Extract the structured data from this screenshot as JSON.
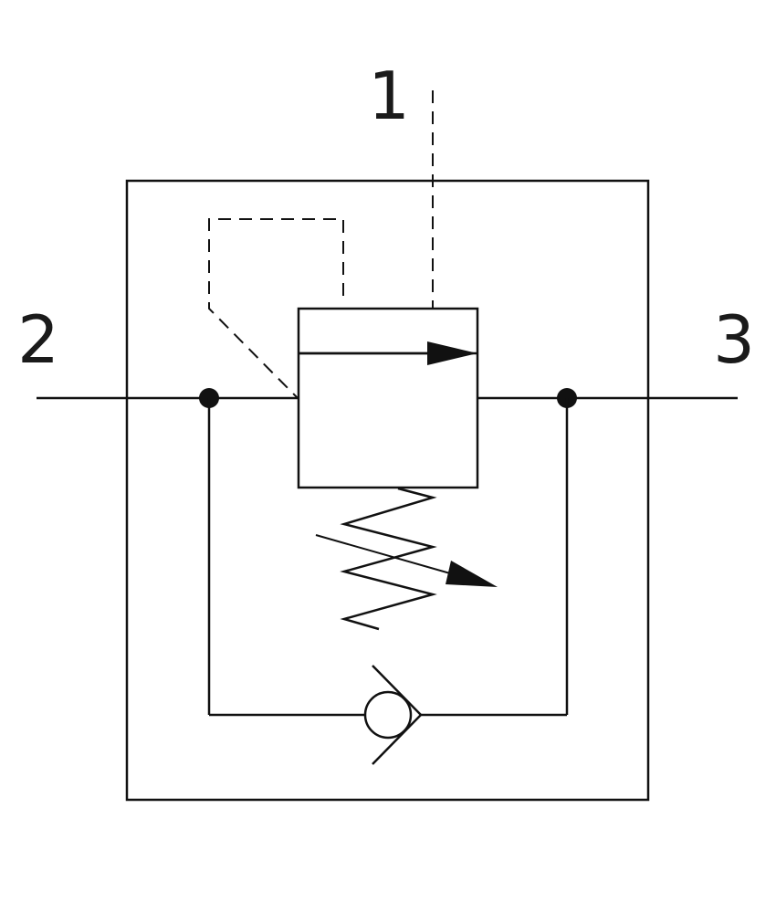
{
  "ports": {
    "port_1": "1",
    "port_2": "2",
    "port_3": "3"
  },
  "colors": {
    "line": "#111111",
    "background": "#ffffff",
    "label": "#1a1a1a"
  }
}
